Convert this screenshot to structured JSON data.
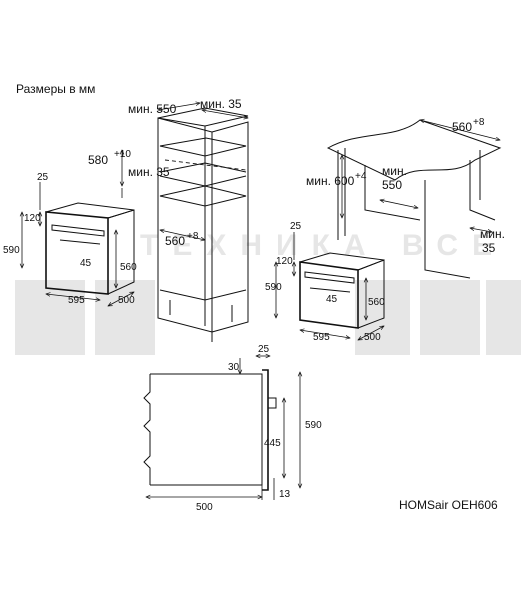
{
  "header": {
    "title": "Размеры в мм"
  },
  "footer": {
    "model": "HOMSair OEH606"
  },
  "watermark": {
    "text": "ТЕХНИКА ВСЕ"
  },
  "cabinet_tall": {
    "min_550": "мин. 550",
    "min_35_top": "мин. 35",
    "h_580": "580",
    "h_580_sup": "+10",
    "min_35_mid": "мин. 35",
    "w_560": "560",
    "w_560_sup": "+8"
  },
  "oven_left": {
    "d_25": "25",
    "d_120": "120",
    "h_590": "590",
    "d_45": "45",
    "h_560": "560",
    "w_595": "595",
    "d_500": "500"
  },
  "cabinet_under": {
    "w_560": "560",
    "w_560_sup": "+8",
    "h_600": "мин. 600",
    "h_600_sup": "+4",
    "min_550_a": "мин.",
    "min_550_b": "550",
    "min_35_a": "мин.",
    "min_35_b": "35"
  },
  "oven_right": {
    "d_25": "25",
    "d_120": "120",
    "h_590": "590",
    "d_45": "45",
    "h_560": "560",
    "w_595": "595",
    "d_500": "500"
  },
  "side_view": {
    "d_30": "30",
    "d_25": "25",
    "h_590": "590",
    "h_445": "445",
    "d_13": "13",
    "w_500": "500"
  },
  "colors": {
    "line": "#111111",
    "watermark": "#e6e6e6",
    "background": "#ffffff"
  }
}
